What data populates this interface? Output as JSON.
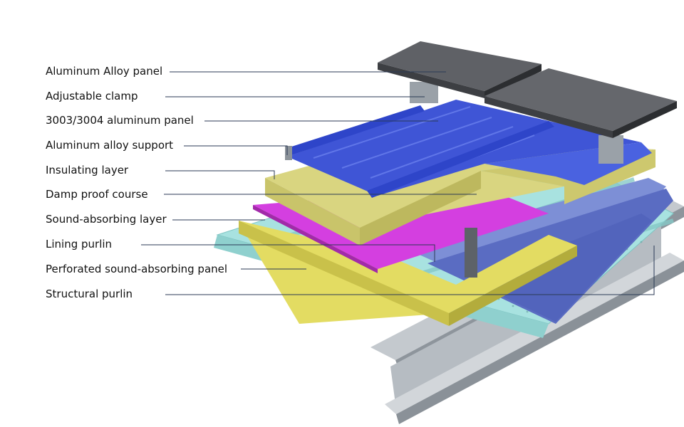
{
  "labels": [
    "Aluminum Alloy panel",
    "Adjustable clamp",
    "3003/3004 aluminum panel",
    "Aluminum alloy support",
    "Insulating layer",
    "Damp proof course",
    "Sound-absorbing layer",
    "Lining purlin",
    "Perforated sound-absorbing panel",
    "Structural purlin"
  ],
  "colors": {
    "aluminum_alloy_panel": "#5f6166",
    "aluminum_panel": "#3f55d6",
    "insulating_layer": "#d9d580",
    "damp_proof_course": "#d43fe0",
    "sound_absorbing_layer": "#e3dc62",
    "perforated_panel": "#a8e2e0",
    "purlin": "#a9b0b8",
    "lining_purlin": "#6577c9",
    "leader_line": "#2b3a55"
  }
}
